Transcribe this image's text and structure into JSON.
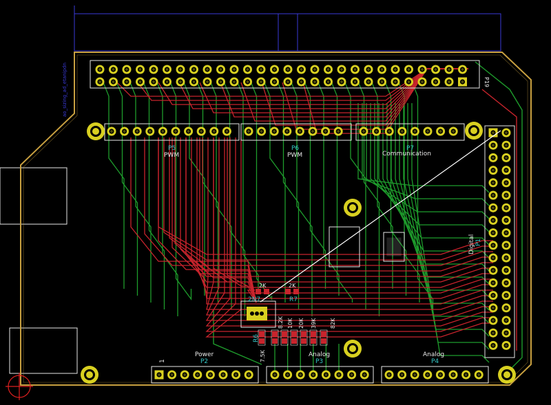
{
  "colors": {
    "background": "#000000",
    "board_outline": "#c8a040",
    "front_copper": "#c8242c",
    "back_copper": "#1e9c2c",
    "pad": "#d8d020",
    "silkscreen": "#e8e8e8",
    "reference": "#36c7c7",
    "drawing_layer": "#3a3ad8",
    "ratsnest": "#ffffff",
    "origin_marker": "#e02020"
  },
  "header_text": {
    "vertical_left": "ao_sizing_ad_etanipdn",
    "vertical_right": "P19"
  },
  "connectors": [
    {
      "ref": "P5",
      "label": "PWM"
    },
    {
      "ref": "P6",
      "label": "PWM"
    },
    {
      "ref": "P7",
      "label": "Communication"
    },
    {
      "ref": "P1",
      "label": "Digital"
    },
    {
      "ref": "P2",
      "label": "Power",
      "pin1": "1"
    },
    {
      "ref": "P3",
      "label": "Analog"
    },
    {
      "ref": "P4",
      "label": "Analog"
    }
  ],
  "components": {
    "r_top_left": "2K",
    "r_top_right": "2K",
    "r7": "R7",
    "transistor": "2N7",
    "resistor_values": [
      "7.5K",
      "8.2K",
      "10K",
      "20K",
      "39K",
      "82K"
    ],
    "r6": "R6"
  }
}
